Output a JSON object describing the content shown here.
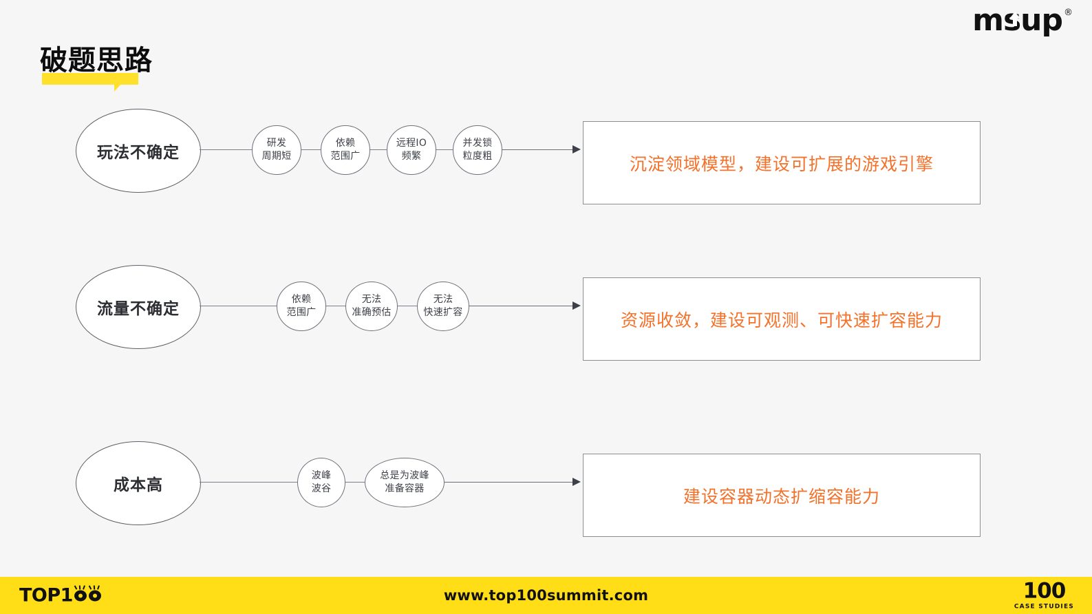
{
  "brand": {
    "wordmark": "msup",
    "registered": "®"
  },
  "page_title": "破题思路",
  "colors": {
    "background": "#f6f6f6",
    "accent_orange": "#f4712a",
    "highlight_yellow": "#ffe02b",
    "footer_yellow": "#ffdd17",
    "node_stroke": "#5b5f66",
    "text_dark": "#2b2d31"
  },
  "rows": [
    {
      "main": "玩法不确定",
      "steps": [
        "研发\n周期短",
        "依赖\n范围广",
        "远程IO\n频繁",
        "并发锁\n粒度粗"
      ],
      "result": "沉淀领域模型，建设可扩展的游戏引擎"
    },
    {
      "main": "流量不确定",
      "steps": [
        "依赖\n范围广",
        "无法\n准确预估",
        "无法\n快速扩容"
      ],
      "result": "资源收敛，建设可观测、可快速扩容能力"
    },
    {
      "main": "成本高",
      "steps": [
        "波峰\n波谷",
        "总是为波峰\n准备容器"
      ],
      "result": "建设容器动态扩缩容能力"
    }
  ],
  "footer": {
    "brand_text": "TOP1",
    "url": "www.top100summit.com",
    "right_number": "100",
    "right_caption": "CASE STUDIES"
  }
}
